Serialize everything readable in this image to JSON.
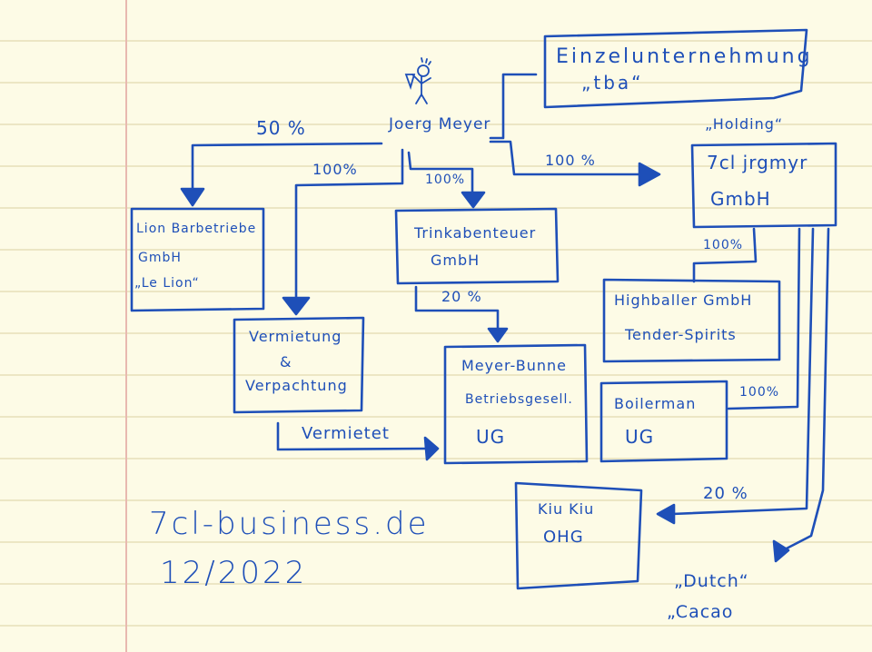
{
  "diagram": {
    "ink_color": "#1e4fb8",
    "paper_color": "#fdfbe6",
    "margin_line_color": "#e8b9b0",
    "owner": {
      "icon": "stick-figure-icon",
      "name": "Joerg Meyer"
    },
    "entities": [
      {
        "id": "einzelunternehmung",
        "lines": [
          "Einzelunternehmung",
          "„tba“"
        ]
      },
      {
        "id": "holding-label",
        "lines": [
          "„Holding“"
        ]
      },
      {
        "id": "holding",
        "lines": [
          "7cl jrgmyr",
          "GmbH"
        ]
      },
      {
        "id": "lion",
        "lines": [
          "Lion Barbetriebe",
          "GmbH",
          "„Le Lion“"
        ]
      },
      {
        "id": "trinkabenteuer",
        "lines": [
          "Trinkabenteuer",
          "GmbH"
        ]
      },
      {
        "id": "vermietung",
        "lines": [
          "Vermietung",
          "&",
          "Verpachtung"
        ]
      },
      {
        "id": "meyer-bunne",
        "lines": [
          "Meyer-Bunne",
          "Betriebsgesell.",
          "UG"
        ]
      },
      {
        "id": "highballer",
        "lines": [
          "Highballer GmbH",
          "Tender-Spirits"
        ]
      },
      {
        "id": "boilerman",
        "lines": [
          "Boilerman",
          "UG"
        ]
      },
      {
        "id": "kiukiu",
        "lines": [
          "Kiu Kiu",
          "OHG"
        ]
      },
      {
        "id": "dutch-cacao",
        "lines": [
          "„Dutch“",
          "„Cacao"
        ]
      }
    ],
    "edges": [
      {
        "from": "Joerg Meyer",
        "to": "lion",
        "label": "50 %"
      },
      {
        "from": "Joerg Meyer",
        "to": "vermietung",
        "label": "100%"
      },
      {
        "from": "Joerg Meyer",
        "to": "trinkabenteuer",
        "label": "100%"
      },
      {
        "from": "Joerg Meyer",
        "to": "holding",
        "label": "100 %"
      },
      {
        "from": "Joerg Meyer",
        "to": "einzelunternehmung",
        "label": ""
      },
      {
        "from": "trinkabenteuer",
        "to": "meyer-bunne",
        "label": "20 %"
      },
      {
        "from": "vermietung",
        "to": "meyer-bunne",
        "label": "Vermietet"
      },
      {
        "from": "holding",
        "to": "highballer",
        "label": "100%"
      },
      {
        "from": "holding",
        "to": "boilerman",
        "label": "100%"
      },
      {
        "from": "holding",
        "to": "kiukiu",
        "label": "20 %"
      },
      {
        "from": "holding",
        "to": "dutch-cacao",
        "label": ""
      }
    ],
    "footer": {
      "website": "7cl-business.de",
      "date": "12/2022"
    }
  }
}
